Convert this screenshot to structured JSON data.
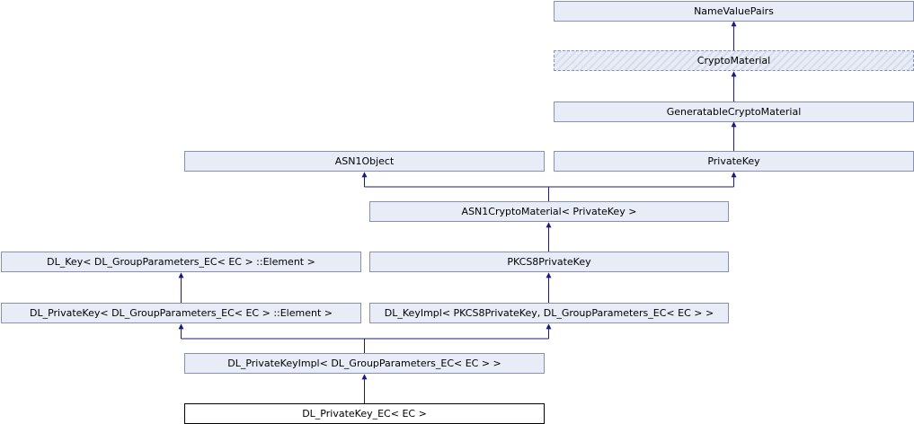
{
  "nodes": {
    "name_value_pairs": "NameValuePairs",
    "crypto_material": "CryptoMaterial",
    "generatable_crypto_material": "GeneratableCryptoMaterial",
    "asn1_object": "ASN1Object",
    "private_key": "PrivateKey",
    "asn1_crypto_material": "ASN1CryptoMaterial< PrivateKey >",
    "dl_key": "DL_Key< DL_GroupParameters_EC< EC > ::Element >",
    "pkcs8_private_key": "PKCS8PrivateKey",
    "dl_private_key": "DL_PrivateKey< DL_GroupParameters_EC< EC > ::Element >",
    "dl_key_impl": "DL_KeyImpl< PKCS8PrivateKey, DL_GroupParameters_EC< EC > >",
    "dl_private_key_impl": "DL_PrivateKeyImpl< DL_GroupParameters_EC< EC > >",
    "dl_private_key_ec": "DL_PrivateKey_EC< EC >"
  }
}
